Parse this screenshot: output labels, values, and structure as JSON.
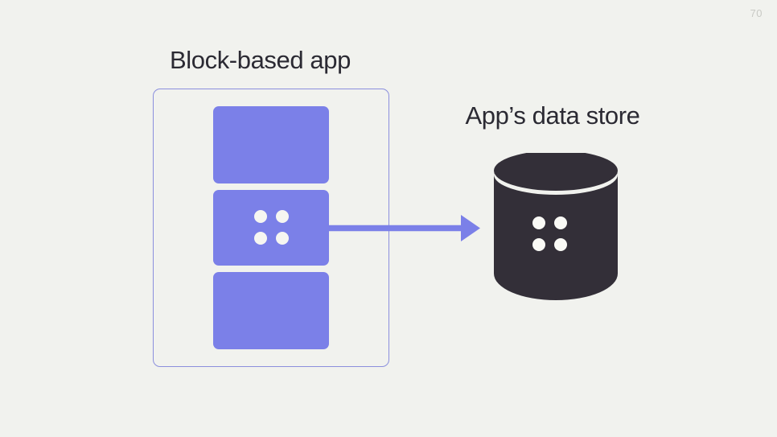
{
  "slide": {
    "page_number": "70",
    "background_color": "#F1F2EE",
    "text_color": "#2B2A33",
    "accent_color": "#7B80E8",
    "border_color": "#8B8FDD",
    "database_color": "#332F38",
    "dot_color": "#F6F6F1"
  },
  "app": {
    "title": "Block-based app",
    "blocks": [
      {
        "id": "block-1",
        "has_dots": false
      },
      {
        "id": "block-2",
        "has_dots": true
      },
      {
        "id": "block-3",
        "has_dots": false
      }
    ],
    "dot_count": 4
  },
  "arrow": {
    "direction": "right",
    "color": "#7B80E8",
    "from": "block-2",
    "to": "database-cylinder"
  },
  "store": {
    "title": "App’s data store",
    "dot_count": 4
  }
}
